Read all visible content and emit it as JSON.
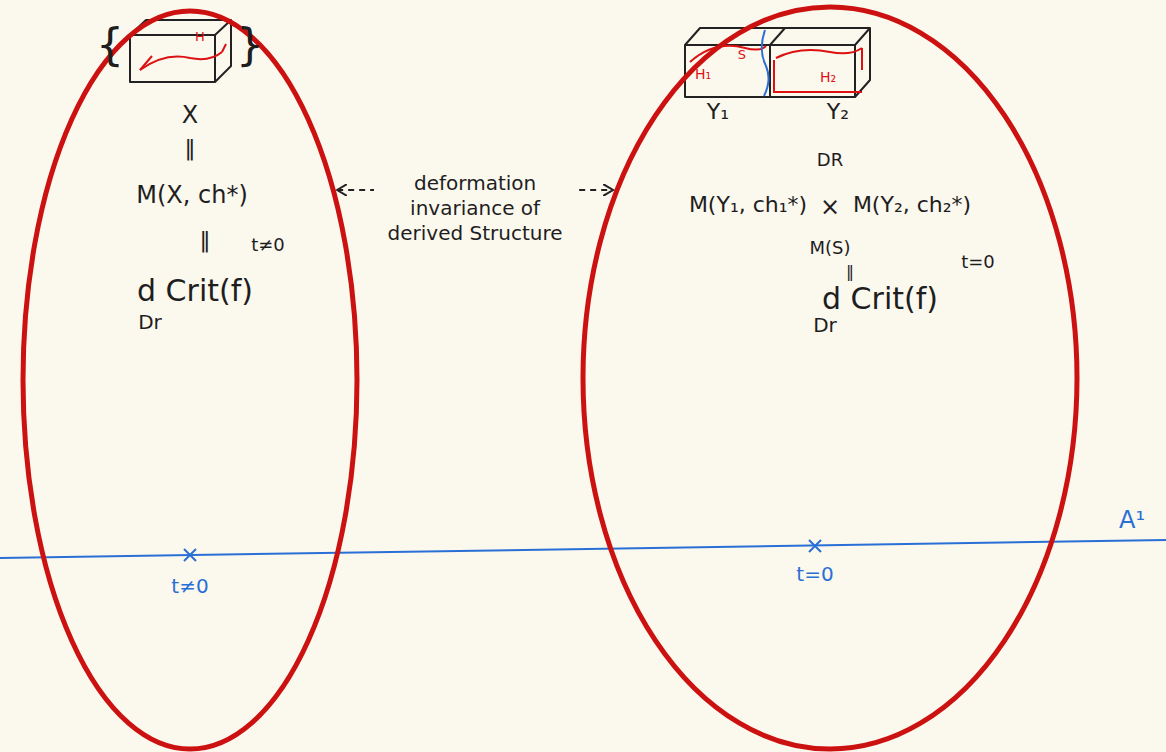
{
  "diagram": {
    "nodes": [
      {
        "text": [
          "{",
          "}",
          "X",
          "‖",
          "M(X, ch*)",
          "‖",
          "d Crit(f)",
          "t≠0",
          "Dr"
        ]
      },
      {
        "text": [
          "Y₁",
          "Y₂",
          "DR",
          "M(Y₁, ch₁*)",
          "×",
          "M(Y₂, ch₂*)",
          "M(S)",
          "‖",
          "d Crit(f)",
          "t=0",
          "Dr"
        ]
      }
    ],
    "edges": [
      {
        "from": 0,
        "to": 1,
        "arrow": "both",
        "label": "deformation invariance of derived Structure"
      }
    ],
    "labels": [
      "H",
      "H₁",
      "S",
      "H₂",
      "t≠0",
      "t=0",
      "A¹"
    ]
  }
}
